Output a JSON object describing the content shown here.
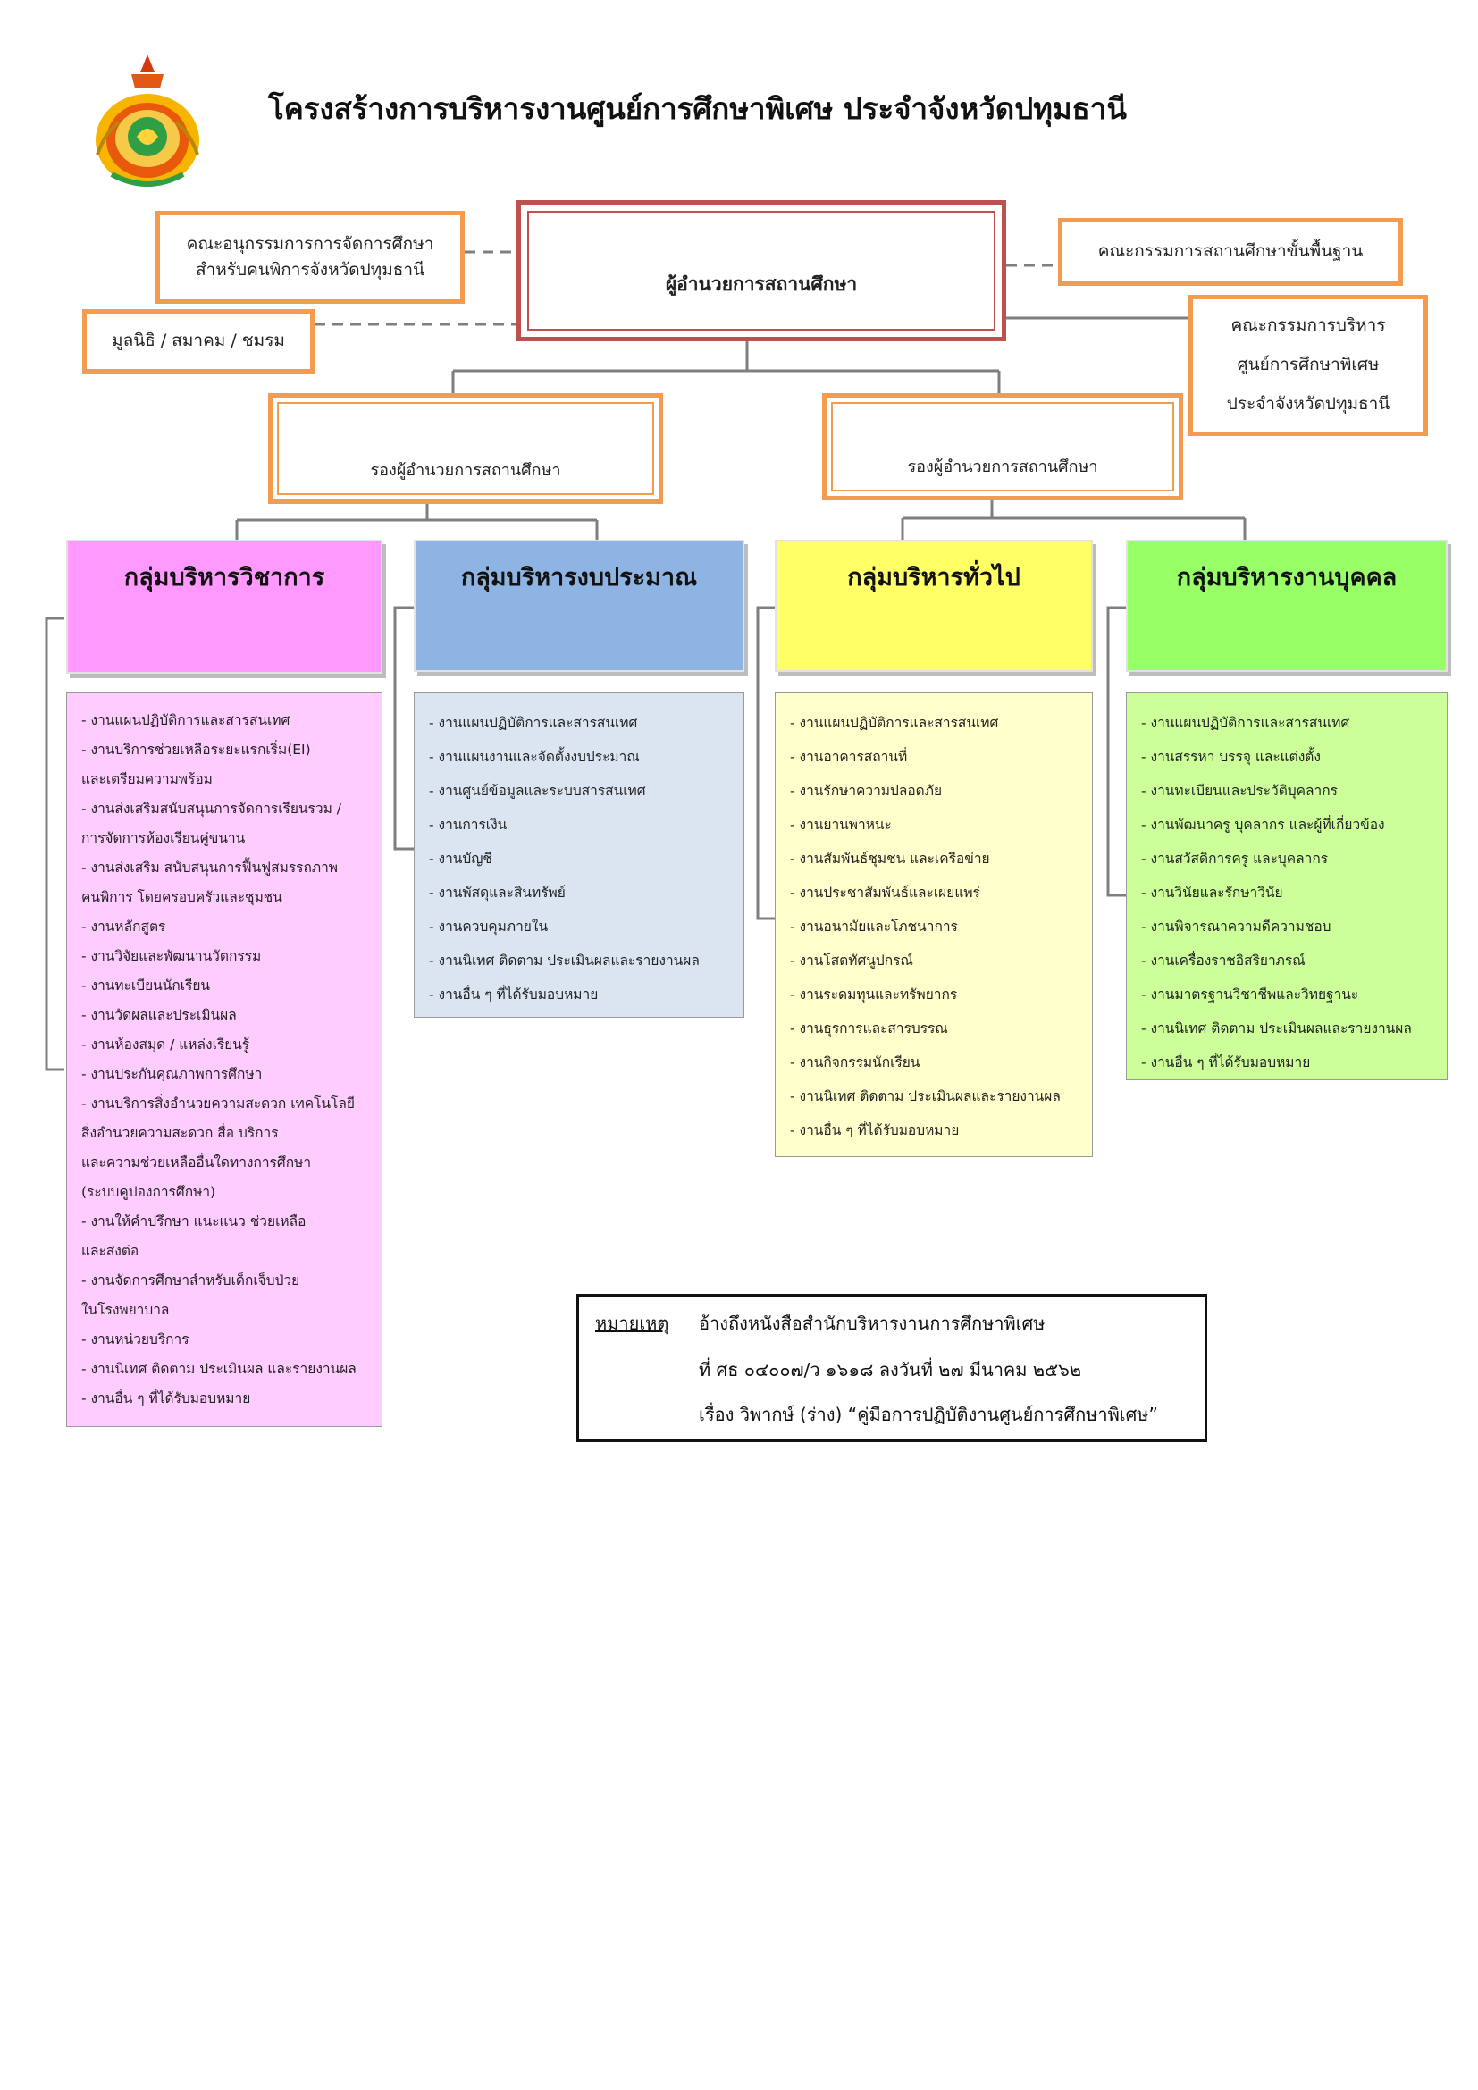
{
  "title": "โครงสร้างการบริหารงานศูนย์การศึกษาพิเศษ ประจำจังหวัดปทุมธานี",
  "director": "ผู้อำนวยการสถานศึกษา",
  "left_boxes": {
    "subcommittee": "คณะอนุกรรมการการจัดการศึกษา\nสำหรับคนพิการจังหวัดปทุมธานี",
    "foundation": "มูลนิธิ / สมาคม / ชมรม"
  },
  "right_boxes": {
    "basic_committee": "คณะกรรมการสถานศึกษาขั้นพื้นฐาน",
    "admin_committee": "คณะกรรมการบริหาร\nศูนย์การศึกษาพิเศษ\nประจำจังหวัดปทุมธานี"
  },
  "deputies": [
    "รองผู้อำนวยการสถานศึกษา",
    "รองผู้อำนวยการสถานศึกษา"
  ],
  "groups": [
    {
      "title": "กลุ่มบริหารวิชาการ",
      "header_color": "#ff99ff",
      "list_color": "#ffccff",
      "items": [
        "- งานแผนปฏิบัติการและสารสนเทศ",
        "- งานบริการช่วยเหลือระยะแรกเริ่ม(EI)\n  และเตรียมความพร้อม",
        "- งานส่งเสริมสนับสนุนการจัดการเรียนรวม /\n  การจัดการห้องเรียนคู่ขนาน",
        "- งานส่งเสริม สนับสนุนการฟื้นฟูสมรรถภาพ\n  คนพิการ โดยครอบครัวและชุมชน",
        "- งานหลักสูตร",
        "- งานวิจัยและพัฒนานวัตกรรม",
        "- งานทะเบียนนักเรียน",
        "- งานวัดผลและประเมินผล",
        "- งานห้องสมุด / แหล่งเรียนรู้",
        "- งานประกันคุณภาพการศึกษา",
        "- งานบริการสิ่งอำนวยความสะดวก เทคโนโลยี\nสิ่งอำนวยความสะดวก สื่อ บริการ\nและความช่วยเหลืออื่นใดทางการศึกษา\n(ระบบคูปองการศึกษา)",
        "- งานให้คำปรึกษา แนะแนว ช่วยเหลือ\n  และส่งต่อ",
        "- งานจัดการศึกษาสำหรับเด็กเจ็บป่วย\n  ในโรงพยาบาล",
        "- งานหน่วยบริการ",
        "- งานนิเทศ ติดตาม ประเมินผล และรายงานผล",
        "- งานอื่น ๆ ที่ได้รับมอบหมาย"
      ]
    },
    {
      "title": "กลุ่มบริหารงบประมาณ",
      "header_color": "#8eb4e3",
      "list_color": "#dbe5f1",
      "items": [
        "- งานแผนปฏิบัติการและสารสนเทศ",
        "- งานแผนงานและจัดตั้งงบประมาณ",
        "- งานศูนย์ข้อมูลและระบบสารสนเทศ",
        "- งานการเงิน",
        "- งานบัญชี",
        "- งานพัสดุและสินทรัพย์",
        "- งานควบคุมภายใน",
        "- งานนิเทศ ติดตาม ประเมินผลและรายงานผล",
        "- งานอื่น ๆ ที่ได้รับมอบหมาย"
      ]
    },
    {
      "title": "กลุ่มบริหารทั่วไป",
      "header_color": "#ffff66",
      "list_color": "#ffffcc",
      "items": [
        "- งานแผนปฏิบัติการและสารสนเทศ",
        "- งานอาคารสถานที่",
        "- งานรักษาความปลอดภัย",
        "- งานยานพาหนะ",
        "- งานสัมพันธ์ชุมชน และเครือข่าย",
        "- งานประชาสัมพันธ์และเผยแพร่",
        "- งานอนามัยและโภชนาการ",
        "- งานโสตทัศนูปกรณ์",
        "- งานระดมทุนและทรัพยากร",
        "- งานธุรการและสารบรรณ",
        "- งานกิจกรรมนักเรียน",
        "- งานนิเทศ ติดตาม ประเมินผลและรายงานผล",
        "- งานอื่น ๆ ที่ได้รับมอบหมาย"
      ]
    },
    {
      "title": "กลุ่มบริหารงานบุคคล",
      "header_color": "#99ff66",
      "list_color": "#ccff99",
      "items": [
        "- งานแผนปฏิบัติการและสารสนเทศ",
        "- งานสรรหา บรรจุ และแต่งตั้ง",
        "- งานทะเบียนและประวัติบุคลากร",
        "- งานพัฒนาครู บุคลากร และผู้ที่เกี่ยวข้อง",
        "- งานสวัสดิการครู และบุคลากร",
        "- งานวินัยและรักษาวินัย",
        "- งานพิจารณาความดีความชอบ",
        "- งานเครื่องราชอิสริยาภรณ์",
        "- งานมาตรฐานวิชาชีพและวิทยฐานะ",
        "- งานนิเทศ ติดตาม ประเมินผลและรายงานผล",
        "- งานอื่น ๆ ที่ได้รับมอบหมาย"
      ]
    }
  ],
  "note": {
    "label": "หมายเหตุ",
    "line1": "อ้างถึงหนังสือสำนักบริหารงานการศึกษาพิเศษ",
    "line2": "ที่ ศธ ๐๔๐๐๗/ว ๑๖๑๘ ลงวันที่ ๒๗ มีนาคม ๒๕๖๒",
    "line3": "เรื่อง วิพากษ์ (ร่าง) “คู่มือการปฏิบัติงานศูนย์การศึกษาพิเศษ”"
  },
  "colors": {
    "orange": "#f39c4f",
    "director_border": "#c0504d",
    "line": "#7f7f7f"
  },
  "logo_icon": "education-emblem-icon"
}
